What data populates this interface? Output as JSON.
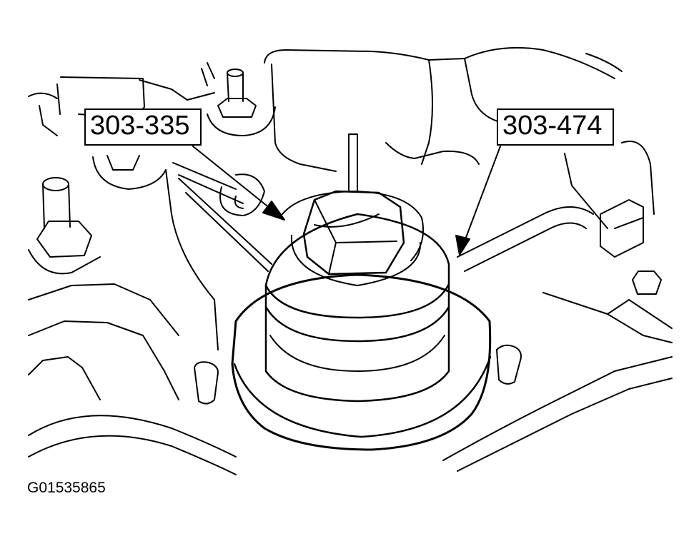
{
  "callouts": {
    "tool_left": "303-335",
    "tool_right": "303-474"
  },
  "figure_id": "G01535865",
  "colors": {
    "line": "#000000",
    "background": "#ffffff"
  }
}
